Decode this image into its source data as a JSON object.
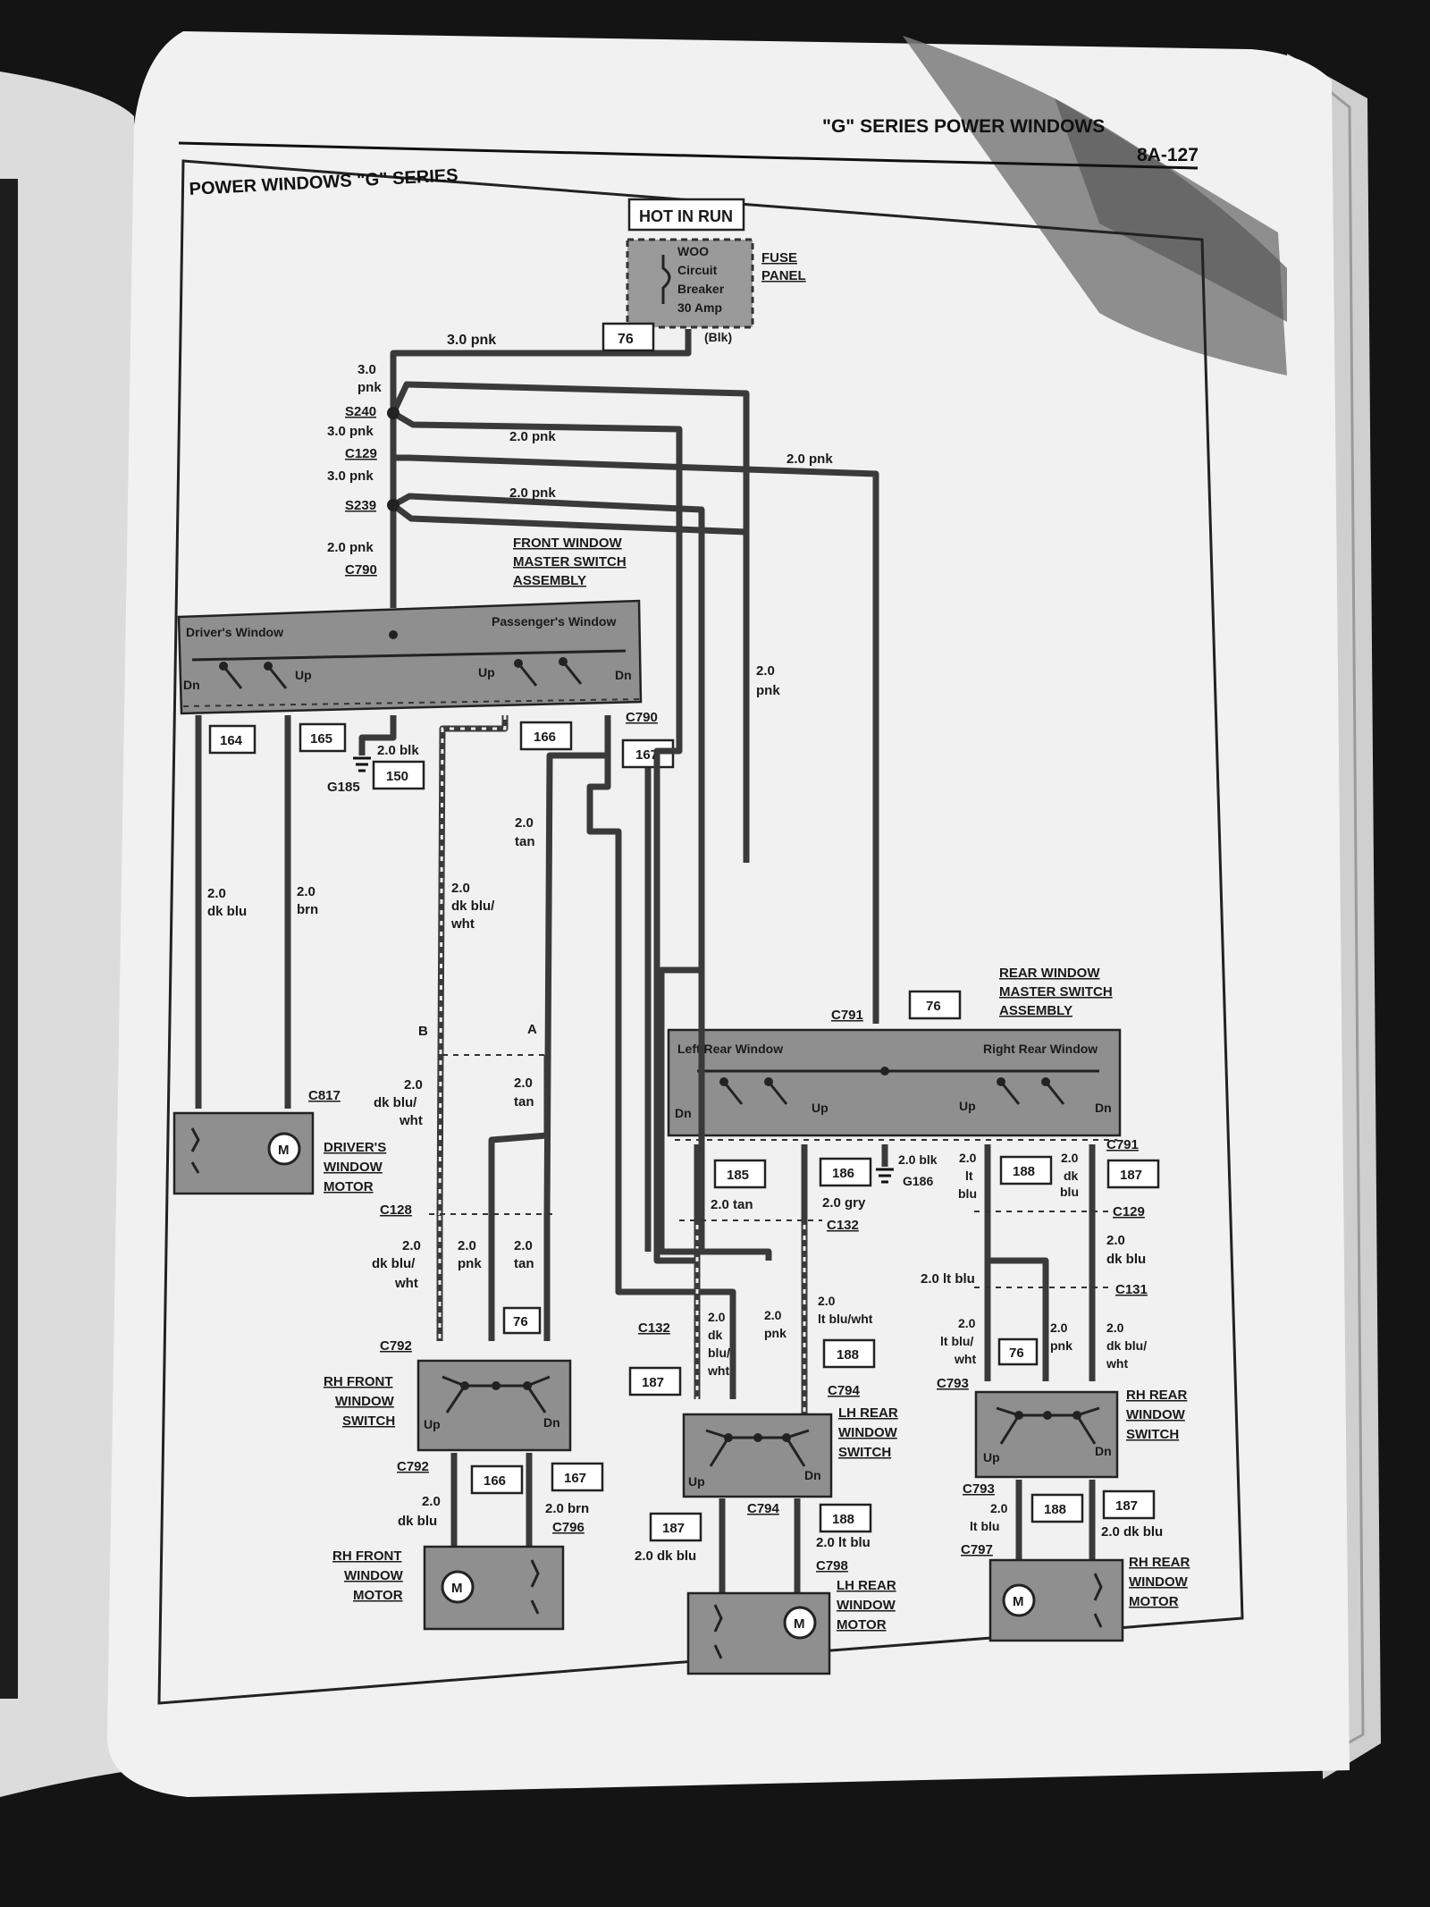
{
  "header": {
    "title": "\"G\" SERIES POWER WINDOWS",
    "page": "8A-127"
  },
  "diagram_title": "POWER WINDOWS \"G\" SERIES",
  "hot_in_run": "HOT IN RUN",
  "breaker": {
    "line1": "WOO",
    "line2": "Circuit",
    "line3": "Breaker",
    "line4": "30 Amp"
  },
  "fuse_panel": {
    "line1": "FUSE",
    "line2": "PANEL"
  },
  "blk": "(Blk)",
  "circuits": {
    "c76": "76",
    "c164": "164",
    "c165": "165",
    "c166": "166",
    "c167": "167",
    "c150": "150",
    "c185": "185",
    "c186": "186",
    "c187": "187",
    "c188": "188"
  },
  "wires": {
    "pnk30": "3.0 pnk",
    "num30": "3.0",
    "pnk": "pnk",
    "pnk20": "2.0 pnk",
    "blk20": "2.0 blk",
    "num20": "2.0",
    "tan": "tan",
    "dk": "dk",
    "dkblu": "dk blu",
    "dkbluslash": "dk blu/",
    "wht": "wht",
    "brn": "brn",
    "tan20": "2.0 tan",
    "gry20": "2.0 gry",
    "lt": "lt",
    "blu": "blu",
    "ltblu20": "2.0 lt blu",
    "ltblu": "lt blu",
    "ltbluslash": "lt blu/",
    "ltbluwht": "lt blu/wht",
    "dkblu20": "2.0 dk blu",
    "brn20": "2.0 brn",
    "bluslash": "blu/"
  },
  "connectors": {
    "S240": "S240",
    "C129": "C129",
    "S239": "S239",
    "C790": "C790",
    "G185": "G185",
    "C817": "C817",
    "C128": "C128",
    "C792": "C792",
    "C796": "C796",
    "C791": "C791",
    "G186": "G186",
    "C132": "C132",
    "C131": "C131",
    "C794": "C794",
    "C798": "C798",
    "C793": "C793",
    "C797": "C797",
    "B": "B",
    "A": "A"
  },
  "components": {
    "front_master": {
      "line1": "FRONT WINDOW",
      "line2": "MASTER SWITCH",
      "line3": "ASSEMBLY"
    },
    "rear_master": {
      "line1": "REAR WINDOW",
      "line2": "MASTER SWITCH",
      "line3": "ASSEMBLY"
    },
    "drivers_window": "Driver's Window",
    "passengers_window": "Passenger's Window",
    "left_rear_window": "Left Rear Window",
    "right_rear_window": "Right Rear Window",
    "up": "Up",
    "dn": "Dn",
    "M": "M",
    "drivers_motor": {
      "line1": "DRIVER'S",
      "line2": "WINDOW",
      "line3": "MOTOR"
    },
    "rh_front_switch": {
      "line1": "RH FRONT",
      "line2": "WINDOW",
      "line3": "SWITCH"
    },
    "rh_front_motor": {
      "line1": "RH FRONT",
      "line2": "WINDOW",
      "line3": "MOTOR"
    },
    "lh_rear_switch": {
      "line1": "LH REAR",
      "line2": "WINDOW",
      "line3": "SWITCH"
    },
    "lh_rear_motor": {
      "line1": "LH REAR",
      "line2": "WINDOW",
      "line3": "MOTOR"
    },
    "rh_rear_switch": {
      "line1": "RH REAR",
      "line2": "WINDOW",
      "line3": "SWITCH"
    },
    "rh_rear_motor": {
      "line1": "RH REAR",
      "line2": "WINDOW",
      "line3": "MOTOR"
    }
  }
}
